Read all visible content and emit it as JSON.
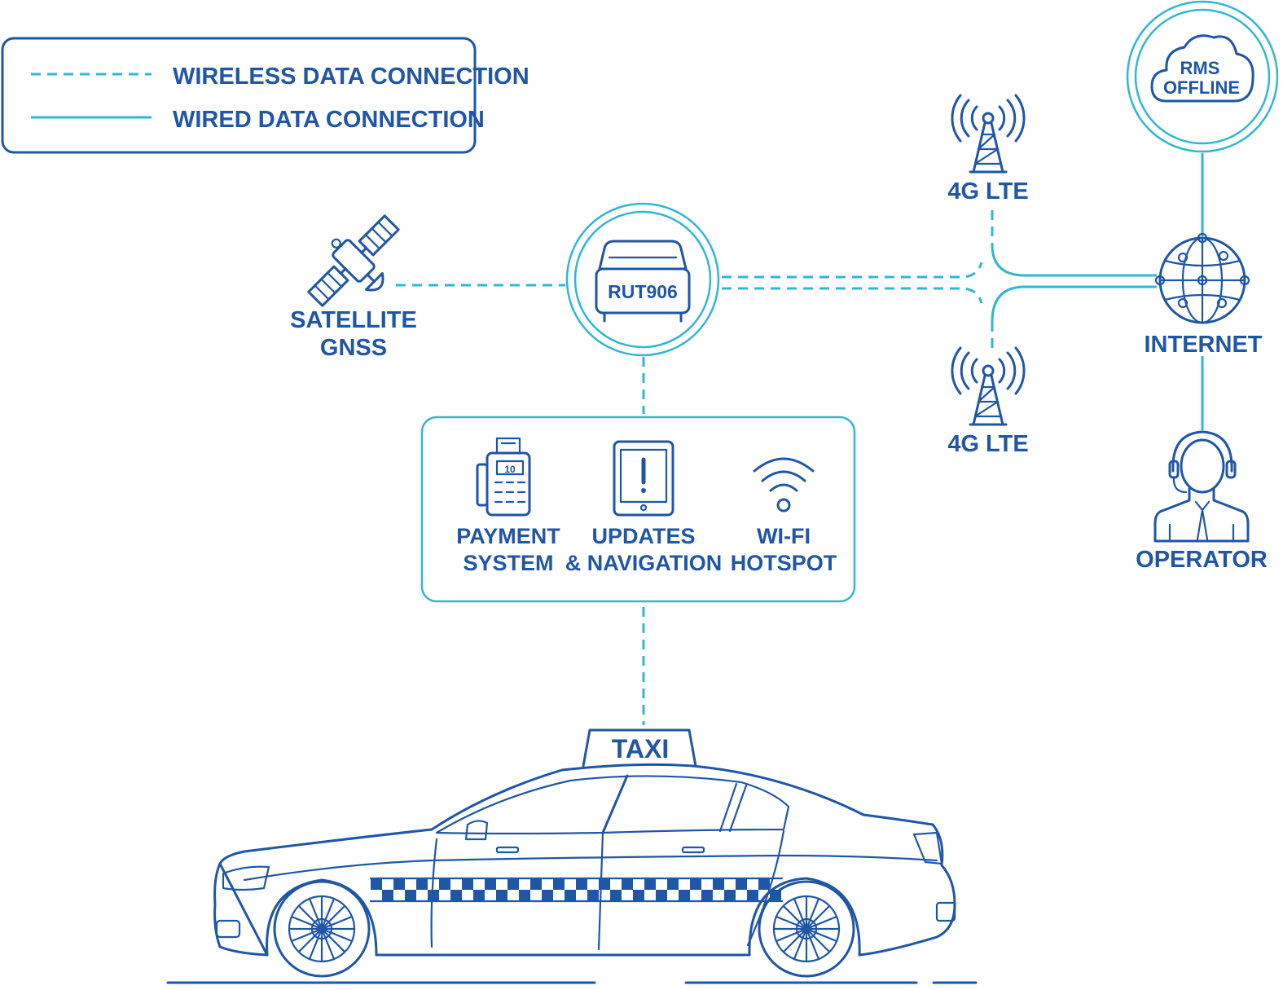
{
  "legend": {
    "wireless_label": "WIRELESS DATA CONNECTION",
    "wired_label": "WIRED DATA CONNECTION"
  },
  "nodes": {
    "satellite": {
      "line1": "SATELLITE",
      "line2": "GNSS",
      "icon": "satellite-icon"
    },
    "router": {
      "label": "RUT906",
      "icon": "router-icon"
    },
    "tower_top": {
      "label": "4G LTE",
      "icon": "cell-tower-icon"
    },
    "tower_bottom": {
      "label": "4G LTE",
      "icon": "cell-tower-icon"
    },
    "cloud": {
      "line1": "RMS",
      "line2": "OFFLINE",
      "icon": "cloud-icon"
    },
    "internet": {
      "label": "INTERNET",
      "icon": "globe-network-icon"
    },
    "operator": {
      "label": "OPERATOR",
      "icon": "operator-headset-icon"
    },
    "taxi": {
      "sign": "TAXI",
      "icon": "taxi-car-icon"
    }
  },
  "services": [
    {
      "line1": "PAYMENT",
      "line2": "SYSTEM",
      "icon": "payment-terminal-icon",
      "screen_text": "10"
    },
    {
      "line1": "UPDATES",
      "line2": "& NAVIGATION",
      "icon": "tablet-alert-icon"
    },
    {
      "line1": "WI-FI",
      "line2": "HOTSPOT",
      "icon": "wifi-icon"
    }
  ],
  "colors": {
    "primary_blue": "#1f56a6",
    "accent_cyan": "#2fb8d0",
    "background": "#ffffff"
  }
}
